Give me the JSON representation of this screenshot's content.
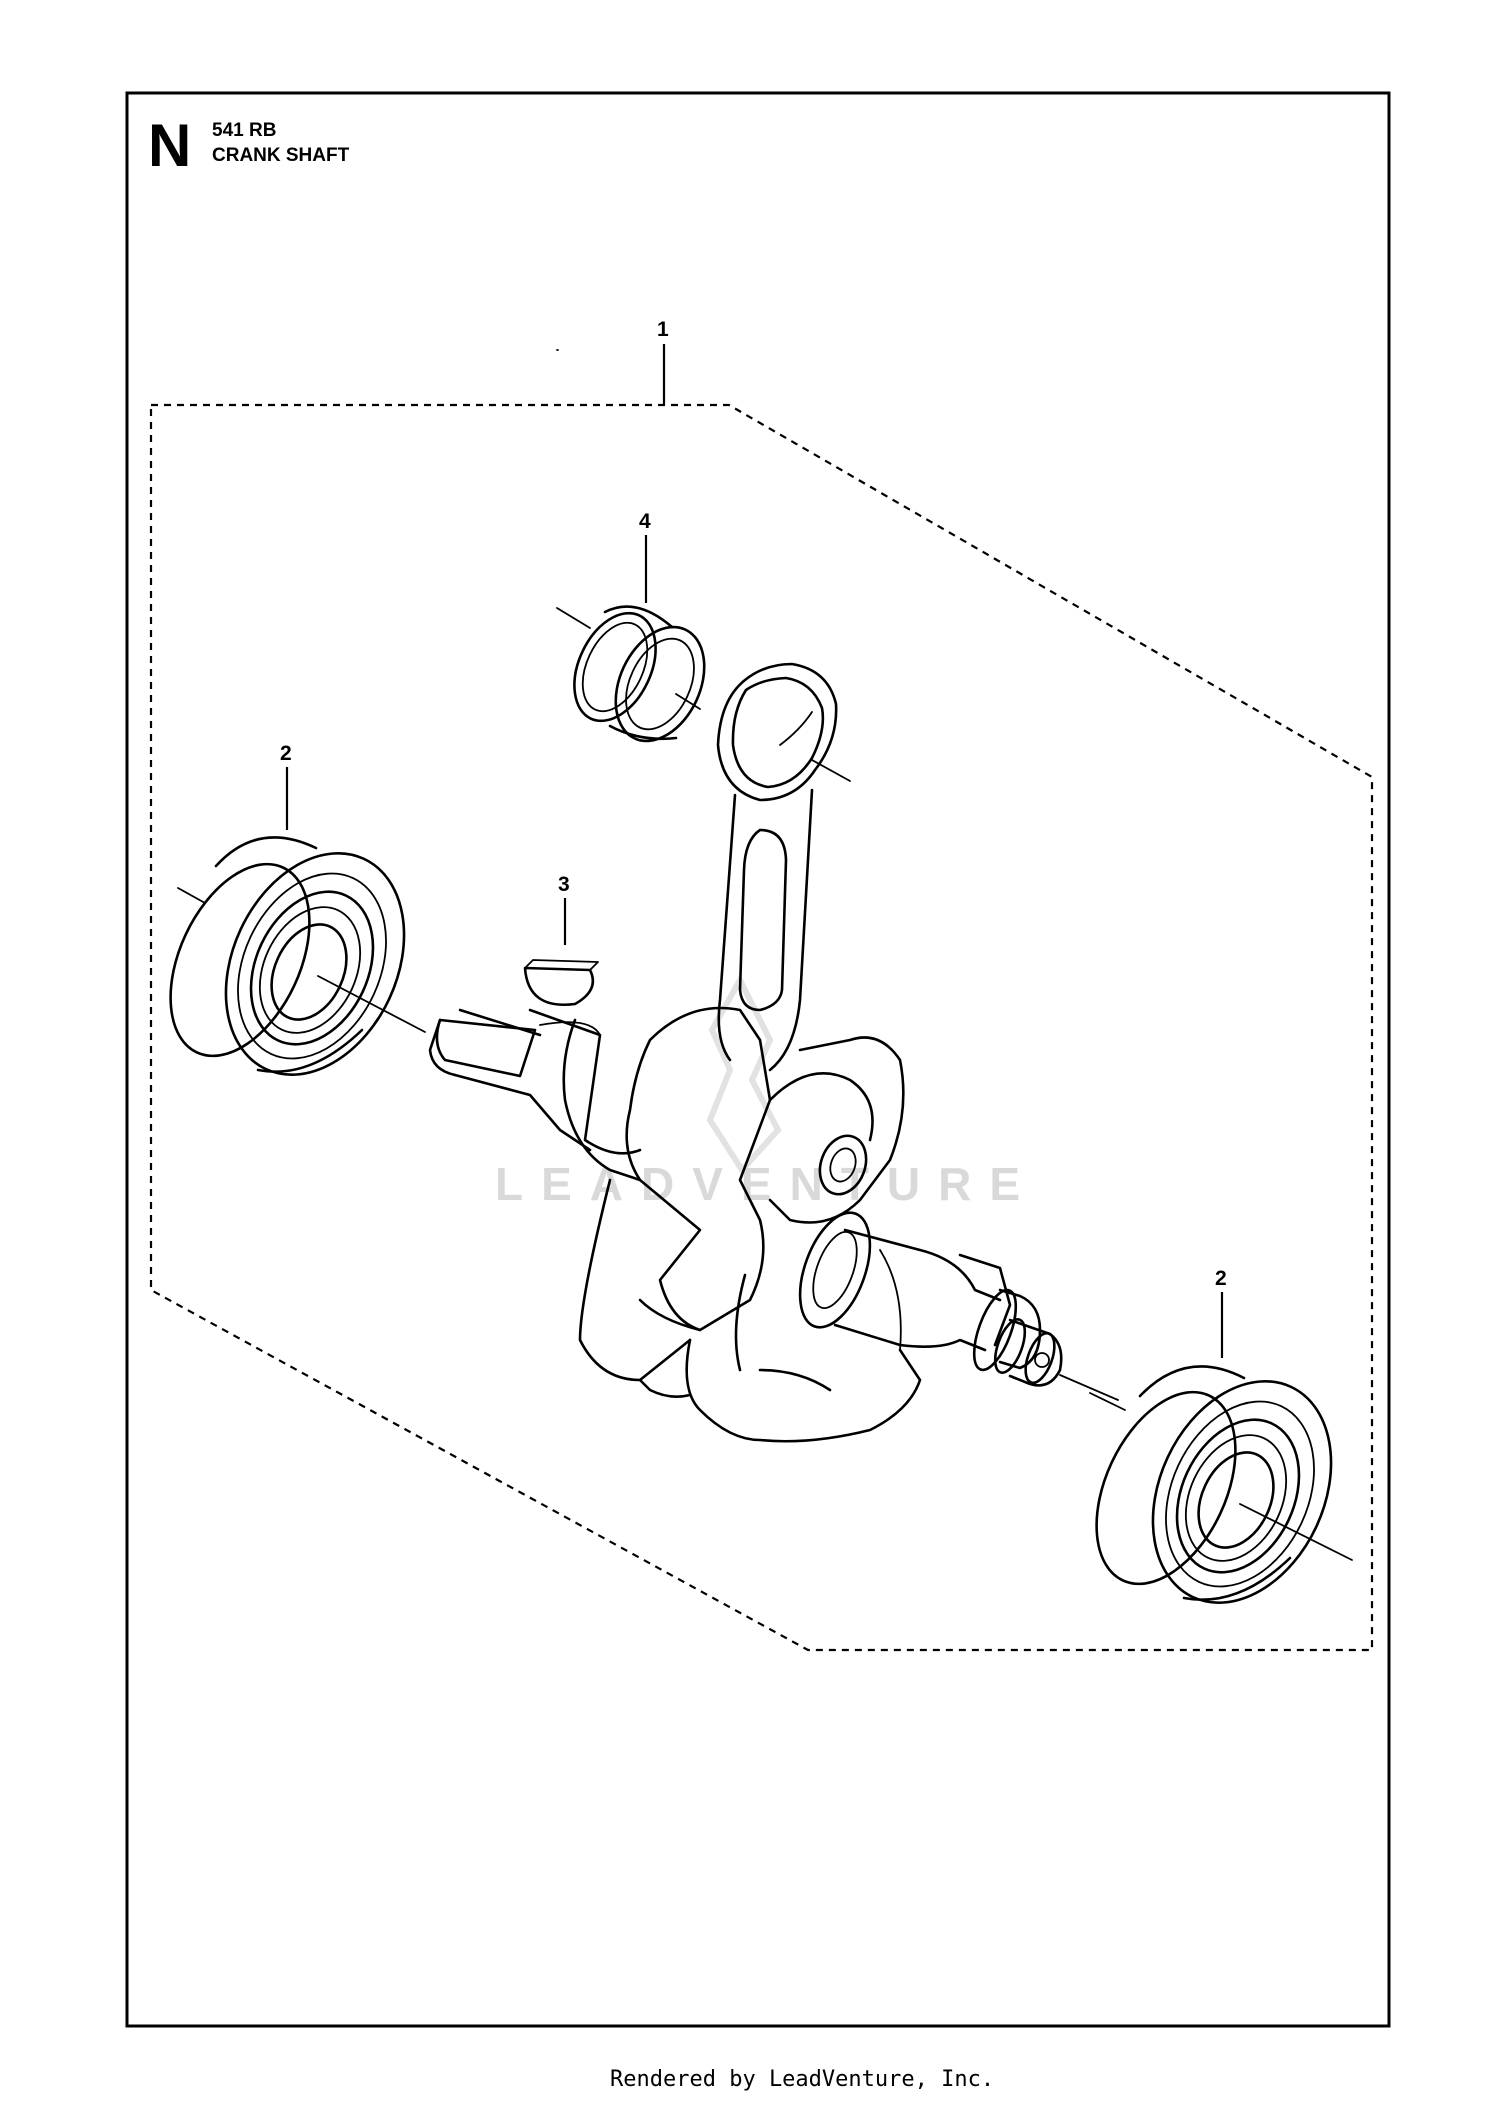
{
  "header": {
    "section_letter": "N",
    "model": "541 RB",
    "title": "CRANK SHAFT"
  },
  "callouts": [
    {
      "id": "1",
      "part": "crankshaft-assembly"
    },
    {
      "id": "4",
      "part": "needle-bearing"
    },
    {
      "id": "2",
      "part": "ball-bearing-left"
    },
    {
      "id": "3",
      "part": "woodruff-key"
    },
    {
      "id": "2",
      "part": "ball-bearing-right"
    }
  ],
  "watermark": "LEADVENTURE",
  "footer": "Rendered by LeadVenture, Inc."
}
